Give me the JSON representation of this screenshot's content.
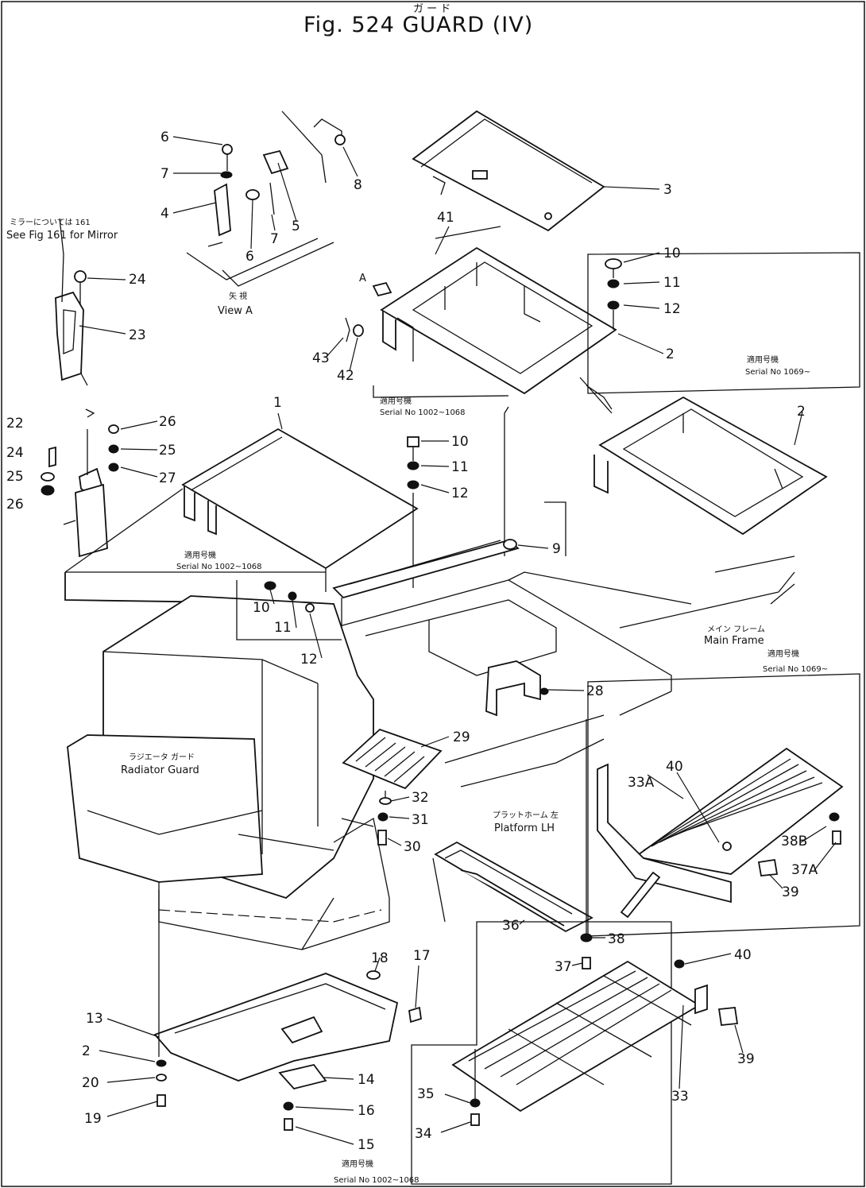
{
  "figure": {
    "title": "Fig. 524  GUARD (IV)",
    "title_jp": "ガ ー ド"
  },
  "annotations": {
    "mirror_note_jp": "ミラーについては 161",
    "mirror_note": "See  Fig 161 for  Mirror",
    "view_a_jp": "矢 視",
    "view_a": "View A",
    "arrow_a": "A",
    "serial_1002_1068_upper_jp": "適用号機",
    "serial_1002_1068_upper": "Serial No 1002~1068",
    "serial_1069_upper_jp": "適用号機",
    "serial_1069_upper": "Serial No 1069~",
    "serial_1002_1068_mid_jp": "適用号機",
    "serial_1002_1068_mid": "Serial No 1002~1068",
    "main_frame_jp": "メイン フレーム",
    "main_frame": "Main Frame",
    "serial_1069_lower_jp": "適用号機",
    "serial_1069_lower": "Serial No 1069~",
    "radiator_guard_jp": "ラジエータ ガード",
    "radiator_guard": "Radiator Guard",
    "platform_lh_jp": "プラットホーム 左",
    "platform_lh": "Platform LH",
    "serial_1002_1068_bottom_jp": "適用号機",
    "serial_1002_1068_bottom": "Serial No 1002~1068"
  },
  "callouts": [
    "6",
    "7",
    "4",
    "6",
    "7",
    "5",
    "8",
    "3",
    "41",
    "10",
    "11",
    "12",
    "2",
    "43",
    "42",
    "24",
    "23",
    "1",
    "10",
    "11",
    "12",
    "2",
    "26",
    "25",
    "27",
    "22",
    "24",
    "25",
    "26",
    "9",
    "10",
    "11",
    "12",
    "28",
    "29",
    "32",
    "31",
    "30",
    "40",
    "33A",
    "38B",
    "37A",
    "39",
    "36",
    "38",
    "37",
    "40",
    "39",
    "33",
    "18",
    "17",
    "13",
    "2",
    "20",
    "19",
    "14",
    "16",
    "15",
    "35",
    "34"
  ]
}
